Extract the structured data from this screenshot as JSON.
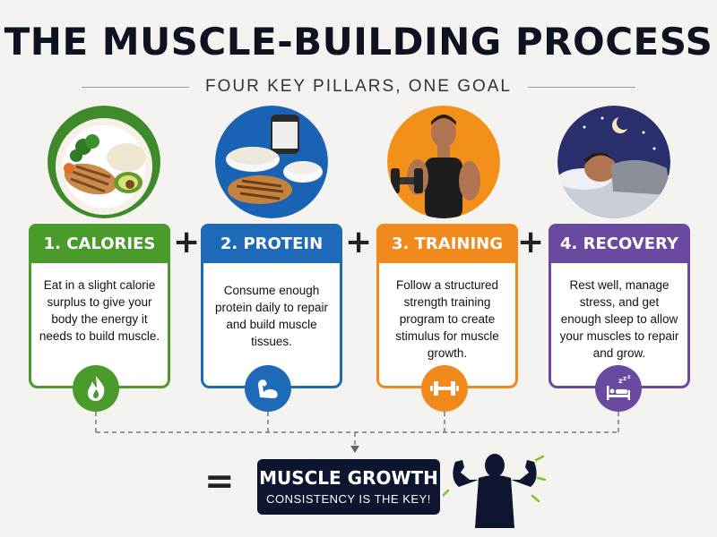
{
  "header": {
    "title": "THE MUSCLE-BUILDING PROCESS",
    "subtitle": "FOUR KEY PILLARS, ONE GOAL"
  },
  "pillars": [
    {
      "label": "1. CALORIES",
      "text": "Eat in a slight calorie surplus to give your body the energy it needs to build muscle.",
      "color": "#4a9a2c",
      "icon": "flame-icon",
      "illustration": "meal-plate-illustration"
    },
    {
      "label": "2. PROTEIN",
      "text": "Consume enough protein daily to repair and build muscle tissues.",
      "color": "#1f6ab8",
      "icon": "flexed-arm-icon",
      "illustration": "protein-foods-illustration"
    },
    {
      "label": "3. TRAINING",
      "text": "Follow a structured strength training program to create stimulus for muscle growth.",
      "color": "#f08a1c",
      "icon": "dumbbell-icon",
      "illustration": "lifting-man-illustration"
    },
    {
      "label": "4. RECOVERY",
      "text": "Rest well, manage stress, and get enough sleep to allow your muscles to repair and grow.",
      "color": "#6a4aa0",
      "icon": "sleeping-bed-icon",
      "illustration": "sleeping-man-illustration"
    }
  ],
  "operators": {
    "plus": "+",
    "equals": "="
  },
  "result": {
    "title": "MUSCLE GROWTH",
    "subtitle": "CONSISTENCY IS THE KEY!",
    "figure": "flexing-silhouette"
  }
}
